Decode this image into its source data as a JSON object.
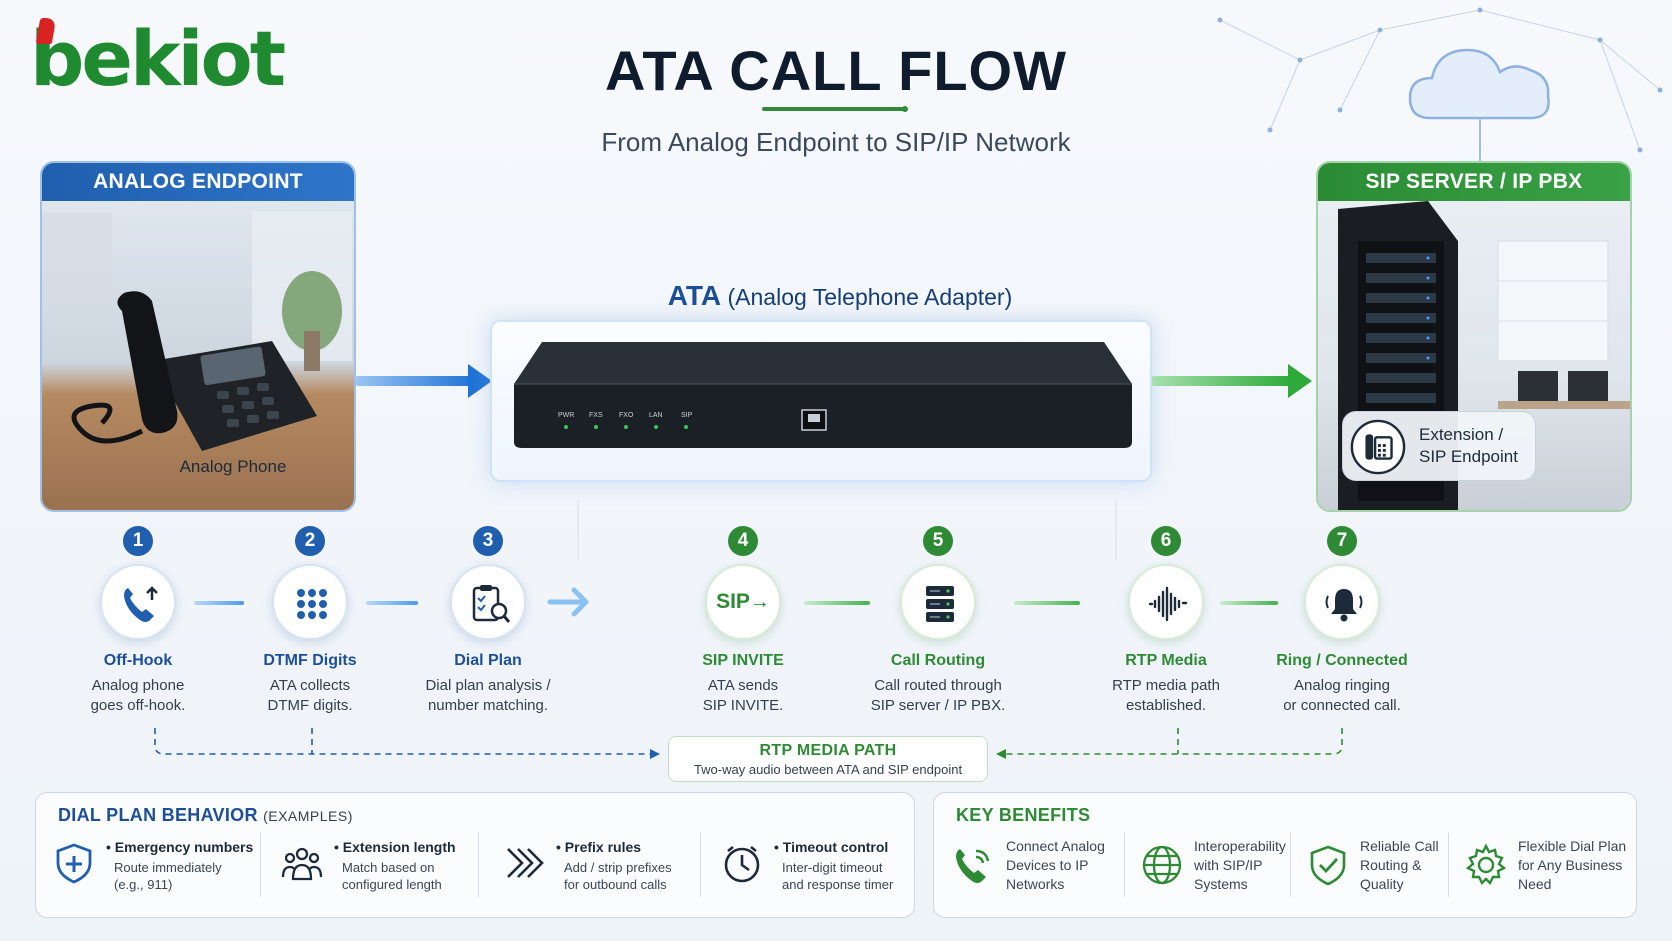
{
  "logo": {
    "text": "bekiot"
  },
  "header": {
    "title": "ATA CALL FLOW",
    "subtitle": "From Analog Endpoint to SIP/IP Network"
  },
  "analog_endpoint": {
    "heading": "ANALOG ENDPOINT",
    "caption": "Analog Phone"
  },
  "ata": {
    "name": "ATA",
    "full_name": "(Analog Telephone Adapter)",
    "leds": [
      "PWR",
      "FXS",
      "FXO",
      "LAN",
      "SIP"
    ]
  },
  "sip_server": {
    "heading": "SIP SERVER / IP PBX",
    "endpoint_label_1": "Extension /",
    "endpoint_label_2": "SIP Endpoint"
  },
  "steps": [
    {
      "num": "1",
      "title": "Off-Hook",
      "desc_1": "Analog phone",
      "desc_2": "goes off-hook.",
      "icon": "phone-off-hook-icon"
    },
    {
      "num": "2",
      "title": "DTMF Digits",
      "desc_1": "ATA collects",
      "desc_2": "DTMF digits.",
      "icon": "keypad-icon"
    },
    {
      "num": "3",
      "title": "Dial Plan",
      "desc_1": "Dial plan analysis /",
      "desc_2": "number matching.",
      "icon": "clipboard-search-icon"
    },
    {
      "num": "4",
      "title": "SIP INVITE",
      "desc_1": "ATA sends",
      "desc_2": "SIP INVITE.",
      "icon_text": "SIP"
    },
    {
      "num": "5",
      "title": "Call Routing",
      "desc_1": "Call routed through",
      "desc_2": "SIP server / IP PBX.",
      "icon": "server-icon"
    },
    {
      "num": "6",
      "title": "RTP Media",
      "desc_1": "RTP media path",
      "desc_2": "established.",
      "icon": "waveform-icon"
    },
    {
      "num": "7",
      "title": "Ring / Connected",
      "desc_1": "Analog ringing",
      "desc_2": "or connected call.",
      "icon": "bell-icon"
    }
  ],
  "rtp_path": {
    "title": "RTP MEDIA PATH",
    "subtitle": "Two-way audio between ATA and SIP endpoint"
  },
  "dial_plan": {
    "title": "DIAL PLAN BEHAVIOR",
    "title_suffix": "(EXAMPLES)",
    "items": [
      {
        "head": "• Emergency numbers",
        "text_1": "Route immediately",
        "text_2": "(e.g., 911)",
        "icon": "shield-plus-icon"
      },
      {
        "head": "• Extension length",
        "text_1": "Match based on",
        "text_2": "configured length",
        "icon": "users-icon"
      },
      {
        "head": "• Prefix rules",
        "text_1": "Add / strip prefixes",
        "text_2": "for outbound calls",
        "icon": "chevrons-right-icon"
      },
      {
        "head": "• Timeout control",
        "text_1": "Inter-digit timeout",
        "text_2": "and response timer",
        "icon": "clock-icon"
      }
    ]
  },
  "benefits": {
    "title": "KEY BENEFITS",
    "items": [
      {
        "l1": "Connect Analog",
        "l2": "Devices to IP",
        "l3": "Networks",
        "icon": "phone-signal-icon"
      },
      {
        "l1": "Interoperability",
        "l2": "with SIP/IP",
        "l3": "Systems",
        "icon": "globe-icon"
      },
      {
        "l1": "Reliable Call",
        "l2": "Routing &",
        "l3": "Quality",
        "icon": "shield-check-icon"
      },
      {
        "l1": "Flexible Dial Plan",
        "l2": "for Any Business",
        "l3": "Need",
        "icon": "gear-icon"
      }
    ]
  },
  "colors": {
    "blue": "#1f5fae",
    "green": "#2e8a35",
    "title": "#0f1c2e"
  }
}
